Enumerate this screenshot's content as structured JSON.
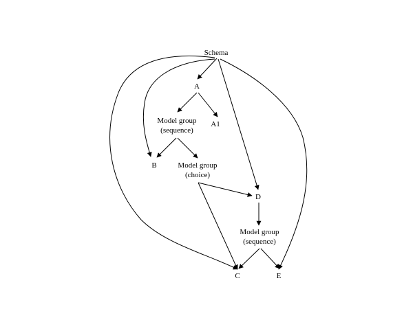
{
  "diagram": {
    "nodes": {
      "schema": "Schema",
      "a": "A",
      "a1": "A1",
      "mg_seq1_line1": "Model group",
      "mg_seq1_line2": "(sequence)",
      "b": "B",
      "mg_choice_line1": "Model group",
      "mg_choice_line2": "(choice)",
      "d": "D",
      "mg_seq2_line1": "Model group",
      "mg_seq2_line2": "(sequence)",
      "c": "C",
      "e": "E"
    },
    "edges": [
      {
        "from": "Schema",
        "to": "A"
      },
      {
        "from": "Schema",
        "to": "B"
      },
      {
        "from": "Schema",
        "to": "C"
      },
      {
        "from": "Schema",
        "to": "D"
      },
      {
        "from": "Schema",
        "to": "E"
      },
      {
        "from": "A",
        "to": "Model group (sequence)"
      },
      {
        "from": "A",
        "to": "A1"
      },
      {
        "from": "Model group (sequence)",
        "to": "B"
      },
      {
        "from": "Model group (sequence)",
        "to": "Model group (choice)"
      },
      {
        "from": "Model group (choice)",
        "to": "D"
      },
      {
        "from": "Model group (choice)",
        "to": "C"
      },
      {
        "from": "D",
        "to": "Model group (sequence) 2"
      },
      {
        "from": "Model group (sequence) 2",
        "to": "C"
      },
      {
        "from": "Model group (sequence) 2",
        "to": "E"
      }
    ]
  }
}
